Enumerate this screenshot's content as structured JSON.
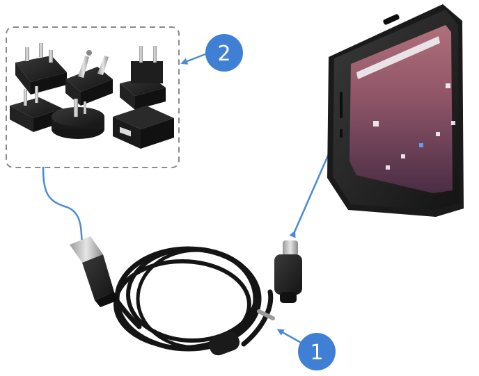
{
  "callouts": [
    {
      "id": "usb-cable",
      "label": "1",
      "color": "#3f7fd4"
    },
    {
      "id": "power-adapter-kit",
      "label": "2",
      "color": "#3f7fd4"
    }
  ],
  "colors": {
    "connector_line": "#4a8ad8",
    "dashed_border": "#8a8a8a",
    "plastic": "#1c1c1c",
    "tablet_body": "#2b2b2b",
    "screen_top": "#8d5467",
    "screen_bottom": "#4a2d45"
  },
  "icons": [
    "adapter-plug-icon",
    "power-brick-icon",
    "usb-a-connector-icon",
    "usb-c-connector-icon",
    "tablet-icon",
    "arrow-icon"
  ]
}
